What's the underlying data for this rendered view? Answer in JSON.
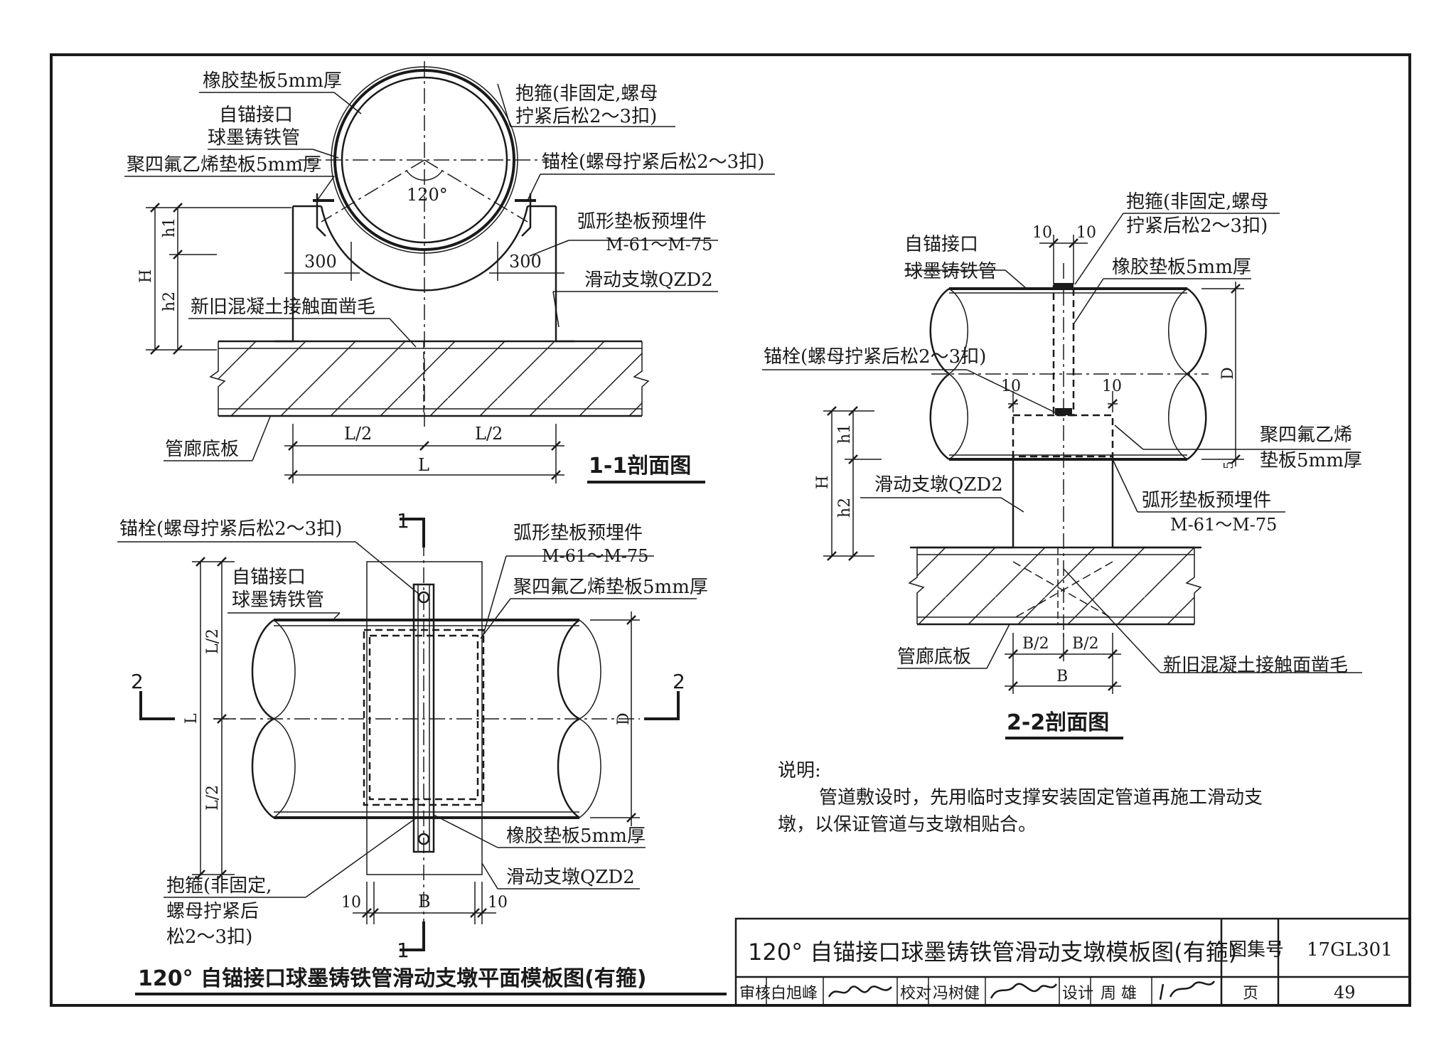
{
  "sec11": {
    "title": "1-1剖面图",
    "rubber": "橡胶垫板5mm厚",
    "pipe1": "自锚接口",
    "pipe2": "球墨铸铁管",
    "ptfe": "聚四氟乙烯垫板5mm厚",
    "hoop1": "抱箍(非固定,螺母",
    "hoop2": "拧紧后松2～3扣)",
    "bolt": "锚栓(螺母拧紧后松2～3扣)",
    "angle": "120°",
    "arc1": "弧形垫板预埋件",
    "arc2": "M-61～M-75",
    "d300a": "300",
    "d300b": "300",
    "pier": "滑动支墩QZD2",
    "joint": "新旧混凝土接触面凿毛",
    "floor": "管廊底板",
    "h1": "h1",
    "h2": "h2",
    "H": "H",
    "Lh1": "L/2",
    "Lh2": "L/2",
    "L": "L"
  },
  "sec22": {
    "title": "2-2剖面图",
    "hoop1": "抱箍(非固定,螺母",
    "hoop2": "拧紧后松2～3扣)",
    "d10a": "10",
    "d10b": "10",
    "d10c": "10",
    "d10d": "10",
    "pipe1": "自锚接口",
    "pipe2": "球墨铸铁管",
    "rubber": "橡胶垫板5mm厚",
    "bolt": "锚栓(螺母拧紧后松2～3扣)",
    "D": "D",
    "d5": "5",
    "ptfe1": "聚四氟乙烯",
    "ptfe2": "垫板5mm厚",
    "pier": "滑动支墩QZD2",
    "arc1": "弧形垫板预埋件",
    "arc2": "M-61～M-75",
    "h1": "h1",
    "h2": "h2",
    "H": "H",
    "floor": "管廊底板",
    "Bh1": "B/2",
    "Bh2": "B/2",
    "B": "B",
    "joint": "新旧混凝土接触面凿毛"
  },
  "plan": {
    "title": "120°  自锚接口球墨铸铁管滑动支墩平面模板图(有箍)",
    "bolt": "锚栓(螺母拧紧后松2～3扣)",
    "pipe1": "自锚接口",
    "pipe2": "球墨铸铁管",
    "arc1": "弧形垫板预埋件",
    "arc2": "M-61～M-75",
    "ptfe": "聚四氟乙烯垫板5mm厚",
    "cut1top": "1",
    "cut1bot": "1",
    "cut2left": "2",
    "cut2right": "2",
    "Lh1": "L/2",
    "Lh2": "L/2",
    "L": "L",
    "D": "D",
    "rubber": "橡胶垫板5mm厚",
    "pier": "滑动支墩QZD2",
    "hoop1": "抱箍(非固定,",
    "hoop2": "螺母拧紧后",
    "hoop3": "松2～3扣)",
    "d10a": "10",
    "d10b": "10",
    "B": "B"
  },
  "notes": {
    "heading": "说明:",
    "line1": "管道敷设时，先用临时支撑安装固定管道再施工滑动支",
    "line2": "墩，以保证管道与支墩相贴合。"
  },
  "titleblock": {
    "drawing_title": "120°  自锚接口球墨铸铁管滑动支墩模板图(有箍)",
    "atlas_label": "图集号",
    "atlas_no": "17GL301",
    "review_label": "审核",
    "reviewer": "白旭峰",
    "check_label": "校对",
    "checker": "冯树健",
    "design_label": "设计",
    "designer": "周  雄",
    "page_label": "页",
    "page_no": "49"
  }
}
